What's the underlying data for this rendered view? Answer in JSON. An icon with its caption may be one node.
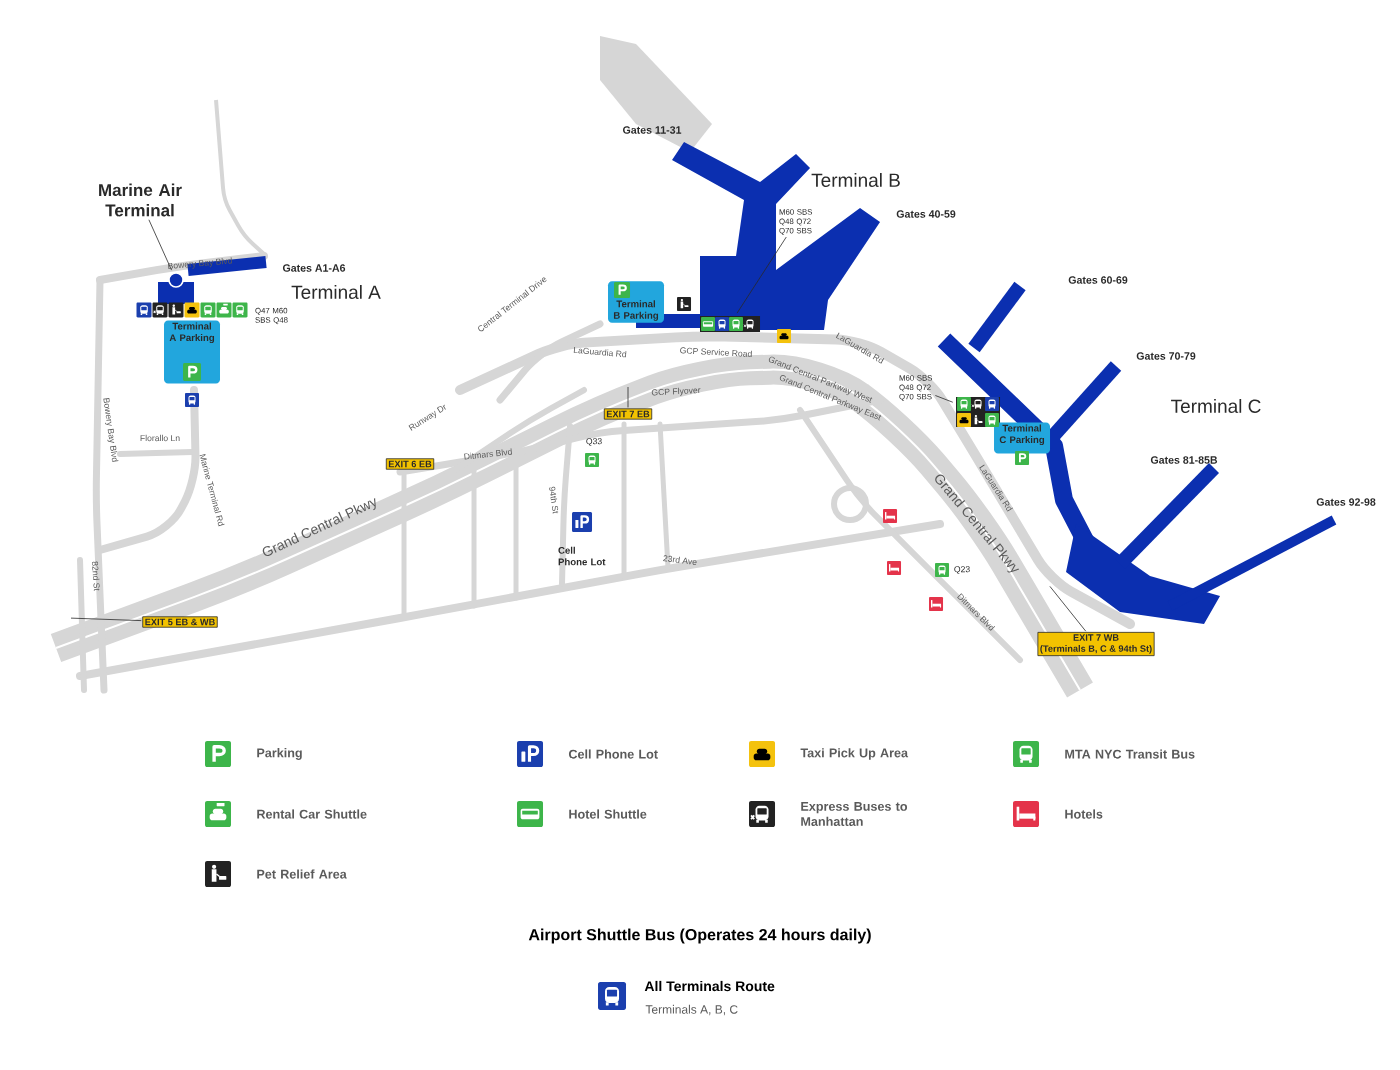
{
  "diagram": {
    "nodes": [
      {
        "text": [
          "Marine Air Terminal"
        ]
      },
      {
        "text": [],
        "shape": "circle"
      },
      {
        "text": [
          "Terminal A Parking"
        ]
      },
      {
        "text": [
          "Terminal B Parking"
        ]
      },
      {
        "text": [
          "M60 SBS Q48 Q72 Q70 SBS"
        ]
      },
      {
        "text": [],
        "shape": "box"
      },
      {
        "text": [
          "M60 SBS Q48 Q72 Q70 SBS"
        ]
      },
      {
        "text": [],
        "shape": "box"
      },
      {
        "text": [
          "Terminal C Parking"
        ]
      },
      {
        "text": [
          "EXIT 7 WB",
          "(Terminals B, C & 94th St)"
        ]
      },
      {
        "text": [
          "EXIT 6 EB"
        ]
      },
      {
        "text": [
          "EXIT 7 EB"
        ]
      },
      {
        "text": [
          "EXIT 5 EB & WB"
        ]
      }
    ],
    "edges": [
      {
        "from": 0,
        "to": 1,
        "arrow": "none"
      },
      {
        "from": 4,
        "to": 5,
        "arrow": "none"
      },
      {
        "from": 6,
        "to": 7,
        "arrow": "none"
      },
      {
        "from": 9,
        "to": null,
        "arrow": "none"
      },
      {
        "from": 11,
        "to": null,
        "arrow": "none"
      },
      {
        "from": 12,
        "to": null,
        "arrow": "none"
      }
    ],
    "labels": [
      "Bowery Bay Blvd",
      "Gates A1-A6",
      "Terminal A",
      "Q47 M60 SBS Q48",
      "Gates 11-31",
      "Terminal B",
      "Gates 40-59",
      "Central Terminal Drive",
      "LaGuardia Rd",
      "GCP Service Road",
      "Gates 60-69",
      "GCP Flyover",
      "Grand Central Parkway West",
      "Grand Central Parkway East",
      "LaGuardia Rd",
      "Gates 70-79",
      "Terminal C",
      "Bowery Bay Blvd",
      "Florallo Ln",
      "Runway Dr",
      "Ditmars Blvd",
      "Q33",
      "LaGuardia Rd",
      "Gates 81-85B",
      "Marine Terminal Rd",
      "Grand Central Pkwy",
      "94th St",
      "Cell Phone Lot",
      "Gates 92-98",
      "Grand Central Pkwy",
      "Q23",
      "23rd Ave",
      "82nd St",
      "Ditmars Blvd",
      "Airport Shuttle Bus (Operates 24 hours daily)",
      "Terminals A, B, C"
    ],
    "legend": [
      {
        "text": "Parking",
        "color": "#3db54a"
      },
      {
        "text": "Cell Phone Lot",
        "color": "#1b3fae"
      },
      {
        "text": "Taxi Pick Up Area",
        "color": "#f4c20d"
      },
      {
        "text": "MTA NYC Transit Bus",
        "color": "#3db54a"
      },
      {
        "text": "Rental Car Shuttle",
        "color": "#3db54a"
      },
      {
        "text": "Hotel Shuttle",
        "color": "#3db54a"
      },
      {
        "text": "Express Buses to Manhattan",
        "color": "#222222"
      },
      {
        "text": "Hotels",
        "color": "#e4334a"
      },
      {
        "text": "Pet Relief Area",
        "color": "#222222"
      },
      {
        "text": "All Terminals Route",
        "color": "#1b3fae"
      }
    ]
  }
}
